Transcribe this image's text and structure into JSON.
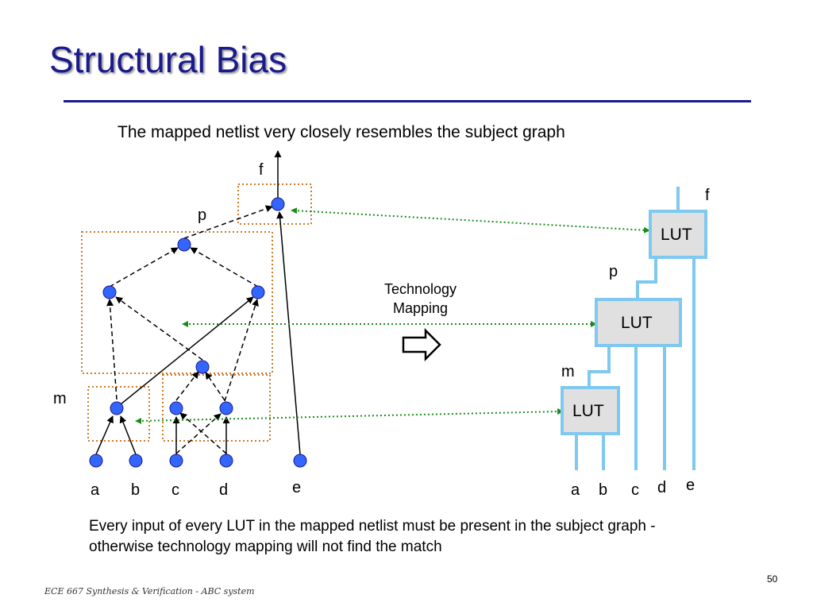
{
  "slide": {
    "title": "Structural Bias",
    "subtitle": "The mapped netlist very closely resembles the subject graph",
    "technology_mapping": [
      "Technology",
      "Mapping"
    ],
    "note": "Every input of every LUT in the mapped netlist must be present in the subject graph - otherwise technology mapping will not find the match",
    "footer": "ECE 667 Synthesis & Verification - ABC system",
    "page_number": "50"
  },
  "subject_graph": {
    "output_label": "f",
    "node_labels": {
      "p": "p",
      "m": "m"
    },
    "inputs": [
      "a",
      "b",
      "c",
      "d",
      "e"
    ]
  },
  "netlist": {
    "output_label": "f",
    "lut_label": "LUT",
    "wire_labels": {
      "p": "p",
      "m": "m"
    },
    "inputs": [
      "a",
      "b",
      "c",
      "d",
      "e"
    ]
  },
  "colors": {
    "title": "#1a1a8c",
    "node": "#3366ff",
    "cluster_border": "#cc7a29",
    "correspondence": "#1a8c1a",
    "lut_fill": "#e0e0e0",
    "lut_border": "#7fc8ef"
  }
}
